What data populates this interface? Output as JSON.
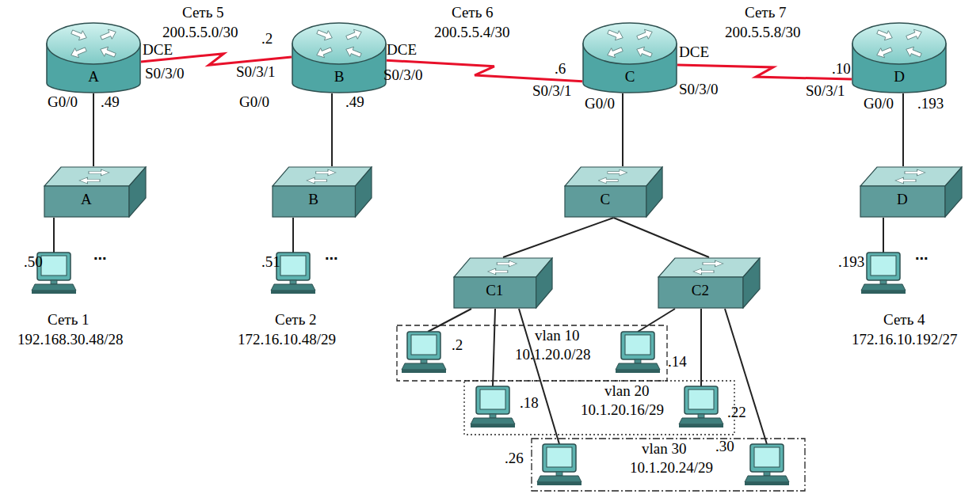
{
  "diagram": {
    "nodes": [
      {
        "text": [
          "A"
        ]
      },
      {
        "text": [
          "B"
        ]
      },
      {
        "text": [
          "C"
        ]
      },
      {
        "text": [
          "D"
        ]
      },
      {
        "text": [
          "A"
        ]
      },
      {
        "text": [
          "B"
        ]
      },
      {
        "text": [
          "C"
        ]
      },
      {
        "text": [
          "D"
        ]
      },
      {
        "text": [
          "C1"
        ]
      },
      {
        "text": [
          "C2"
        ]
      },
      {
        "text": [
          "vlan 10",
          "10.1.20.0/28"
        ]
      },
      {
        "text": [
          "vlan 20",
          "10.1.20.16/29"
        ]
      },
      {
        "text": [
          "vlan 30",
          "10.1.20.24/29"
        ]
      }
    ],
    "edges": [
      {
        "from": 0,
        "to": 1,
        "arrow": "none"
      },
      {
        "from": 1,
        "to": 2,
        "arrow": "none"
      },
      {
        "from": 2,
        "to": 3,
        "arrow": "none"
      },
      {
        "from": 0,
        "to": 4,
        "arrow": "none"
      },
      {
        "from": 1,
        "to": 5,
        "arrow": "none"
      },
      {
        "from": 2,
        "to": 6,
        "arrow": "none"
      },
      {
        "from": 3,
        "to": 7,
        "arrow": "none"
      },
      {
        "from": 6,
        "to": 8,
        "arrow": "none"
      },
      {
        "from": 6,
        "to": 9,
        "arrow": "none"
      }
    ],
    "labels": [
      "Сеть 5",
      "200.5.5.0/30",
      "Сеть 6",
      "200.5.5.4/30",
      "Сеть 7",
      "200.5.5.8/30",
      "DCE",
      "S0/3/0",
      ".2",
      "S0/3/1",
      "DCE",
      "S0/3/0",
      ".6",
      "S0/3/1",
      "DCE",
      "S0/3/0",
      ".10",
      "S0/3/1",
      "G0/0",
      ".49",
      "G0/0",
      ".49",
      "G0/0",
      "G0/0",
      ".193",
      ".50",
      "...",
      "Сеть 1",
      "192.168.30.48/28",
      ".51",
      "...",
      "Сеть 2",
      "172.16.10.48/29",
      ".193",
      "...",
      "Сеть 4",
      "172.16.10.192/27",
      ".2",
      ".14",
      ".18",
      ".22",
      ".26",
      ".30"
    ]
  }
}
